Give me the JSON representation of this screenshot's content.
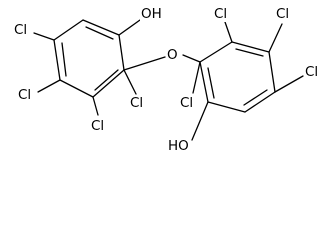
{
  "colors": {
    "bond": "#000000",
    "background": "#ffffff"
  },
  "labels": {
    "oh_top": "OH",
    "cl_left_upper": "Cl",
    "cl_left_lower": "Cl",
    "cl_bottom": "Cl",
    "cl_c1_left": "Cl",
    "o_bridge": "O",
    "cl_top_a": "Cl",
    "cl_top_b": "Cl",
    "cl_right": "Cl",
    "cl_c1_right": "Cl",
    "oh_bottom": "HO"
  }
}
